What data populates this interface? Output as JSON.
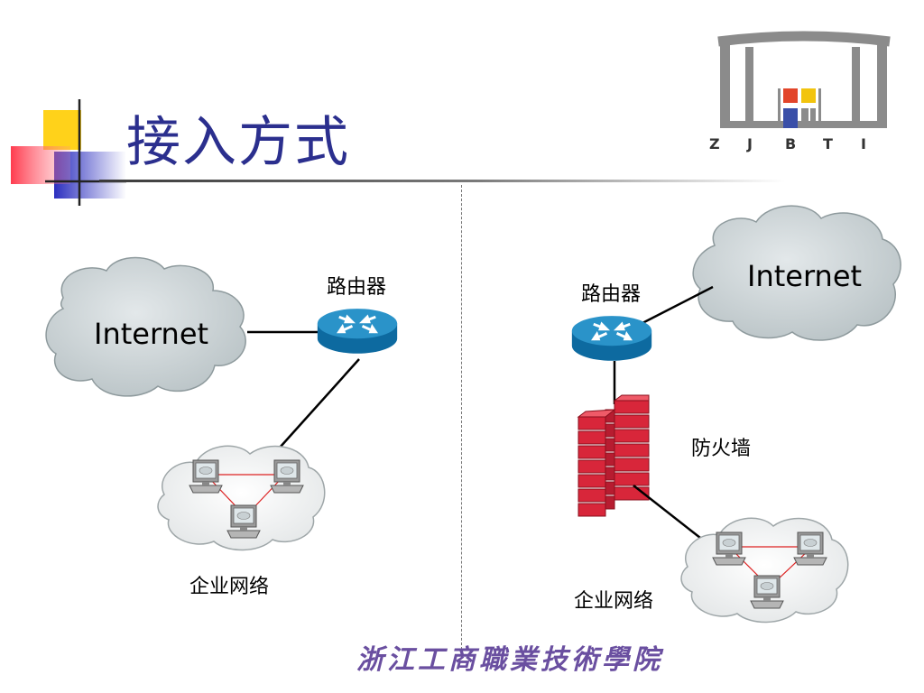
{
  "slide": {
    "title": "接入方式",
    "footer_text": "浙江工商職業技術學院"
  },
  "logo": {
    "letters": [
      "Z",
      "J",
      "B",
      "T",
      "I"
    ]
  },
  "left_diagram": {
    "cloud_label": "Internet",
    "router_label": "路由器",
    "network_label": "企业网络"
  },
  "right_diagram": {
    "cloud_label": "Internet",
    "router_label": "路由器",
    "firewall_label": "防火墙",
    "network_label": "企业网络"
  },
  "colors": {
    "title": "#2b2f8e",
    "cloud": "#c3ccce",
    "router": "#1b82b8",
    "firewall": "#d8263a",
    "logo_gray": "#8b8b8b"
  }
}
